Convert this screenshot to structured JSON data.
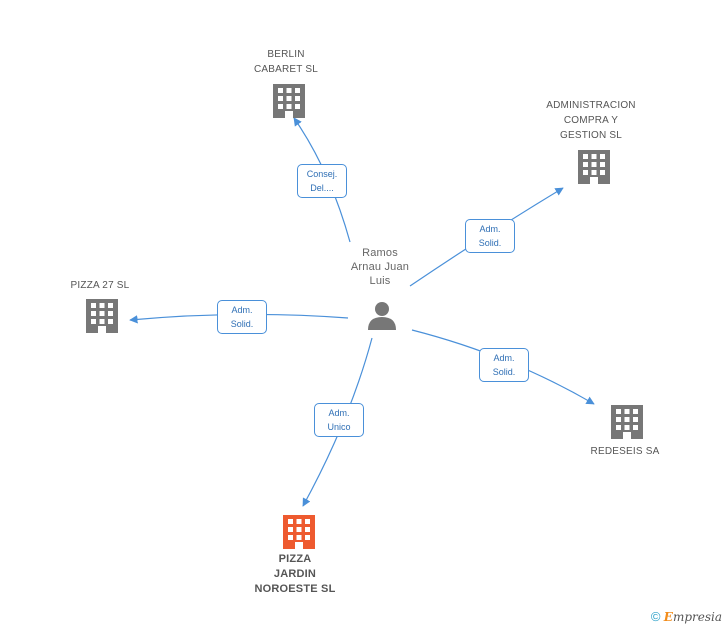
{
  "colors": {
    "edge": "#4a90d9",
    "building": "#777777",
    "building_main": "#ee5a2f",
    "person": "#777777"
  },
  "center": {
    "lines": [
      "Ramos",
      "Arnau Juan",
      "Luis"
    ],
    "icon": "person-icon"
  },
  "companies": [
    {
      "id": "berlin",
      "lines": [
        "BERLIN",
        "CABARET  SL"
      ],
      "icon": "building-icon",
      "main": false
    },
    {
      "id": "administracion",
      "lines": [
        "ADMINISTRACION",
        "COMPRA Y",
        "GESTION SL"
      ],
      "icon": "building-icon",
      "main": false
    },
    {
      "id": "pizza27",
      "lines": [
        "PIZZA 27 SL"
      ],
      "icon": "building-icon",
      "main": false
    },
    {
      "id": "redeseis",
      "lines": [
        "REDESEIS SA"
      ],
      "icon": "building-icon",
      "main": false
    },
    {
      "id": "pizzajardin",
      "lines": [
        "PIZZA",
        "JARDIN",
        "NOROESTE SL"
      ],
      "icon": "building-icon",
      "main": true
    }
  ],
  "edges": [
    {
      "to": "berlin",
      "lines": [
        "Consej.",
        "Del...."
      ]
    },
    {
      "to": "administracion",
      "lines": [
        "Adm.",
        "Solid."
      ]
    },
    {
      "to": "pizza27",
      "lines": [
        "Adm.",
        "Solid."
      ]
    },
    {
      "to": "redeseis",
      "lines": [
        "Adm.",
        "Solid."
      ]
    },
    {
      "to": "pizzajardin",
      "lines": [
        "Adm.",
        "Unico"
      ]
    }
  ],
  "footer": {
    "copyright": "©",
    "brand_first": "E",
    "brand_rest": "mpresia"
  }
}
